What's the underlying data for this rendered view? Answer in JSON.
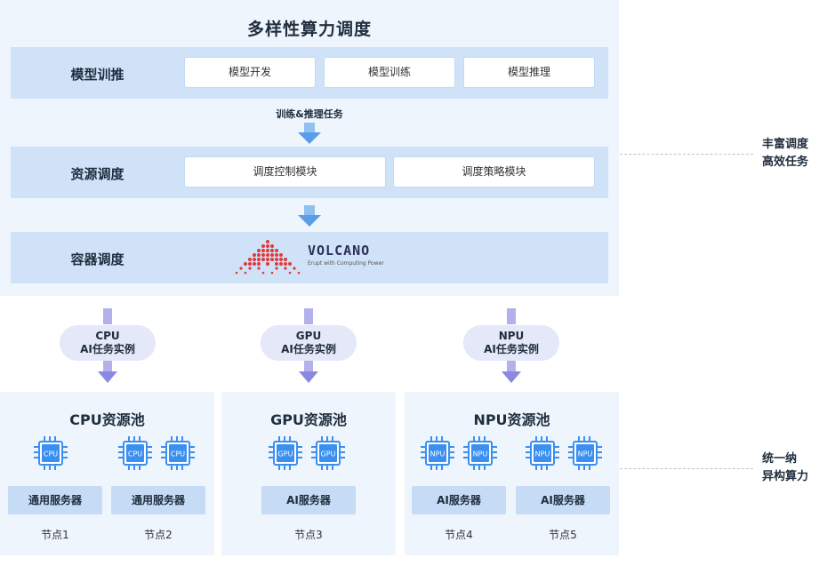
{
  "title": "多样性算力调度",
  "rows": {
    "train": {
      "title": "模型训推",
      "boxes": [
        "模型开发",
        "模型训练",
        "模型推理"
      ]
    },
    "connector": "训练&推理任务",
    "resource": {
      "title": "资源调度",
      "boxes": [
        "调度控制模块",
        "调度策略模块"
      ]
    },
    "container": {
      "title": "容器调度",
      "logo_text": "VOLCANO",
      "logo_sub": "Erupt with Computing Power"
    }
  },
  "tasks": [
    {
      "line1": "CPU",
      "line2": "AI任务实例"
    },
    {
      "line1": "GPU",
      "line2": "AI任务实例"
    },
    {
      "line1": "NPU",
      "line2": "AI任务实例"
    }
  ],
  "pools": [
    {
      "title": "CPU资源池",
      "servers": [
        {
          "chip": "CPU",
          "label": "通用服务器",
          "node": "节点1"
        },
        {
          "chip": "CPU",
          "label": "通用服务器",
          "node": "节点2"
        }
      ]
    },
    {
      "title": "GPU资源池",
      "servers": [
        {
          "chip": "GPU",
          "label": "AI服务器",
          "node": "节点3"
        }
      ]
    },
    {
      "title": "NPU资源池",
      "servers": [
        {
          "chip": "NPU",
          "label": "AI服务器",
          "node": "节点4"
        },
        {
          "chip": "NPU",
          "label": "AI服务器",
          "node": "节点5"
        }
      ]
    }
  ],
  "side": {
    "top": {
      "line1": "丰富调度",
      "line2": "高效任务"
    },
    "bottom": {
      "line1": "统一纳",
      "line2": "异构算力"
    }
  },
  "colors": {
    "panel_bg": "#eef5fd",
    "row_bg": "#cfe2f8",
    "arrow_blue": "#5b9ee8",
    "arrow_purple": "#8a88e0",
    "chip_blue": "#3b8ff0",
    "logo_red": "#e03a3a"
  }
}
